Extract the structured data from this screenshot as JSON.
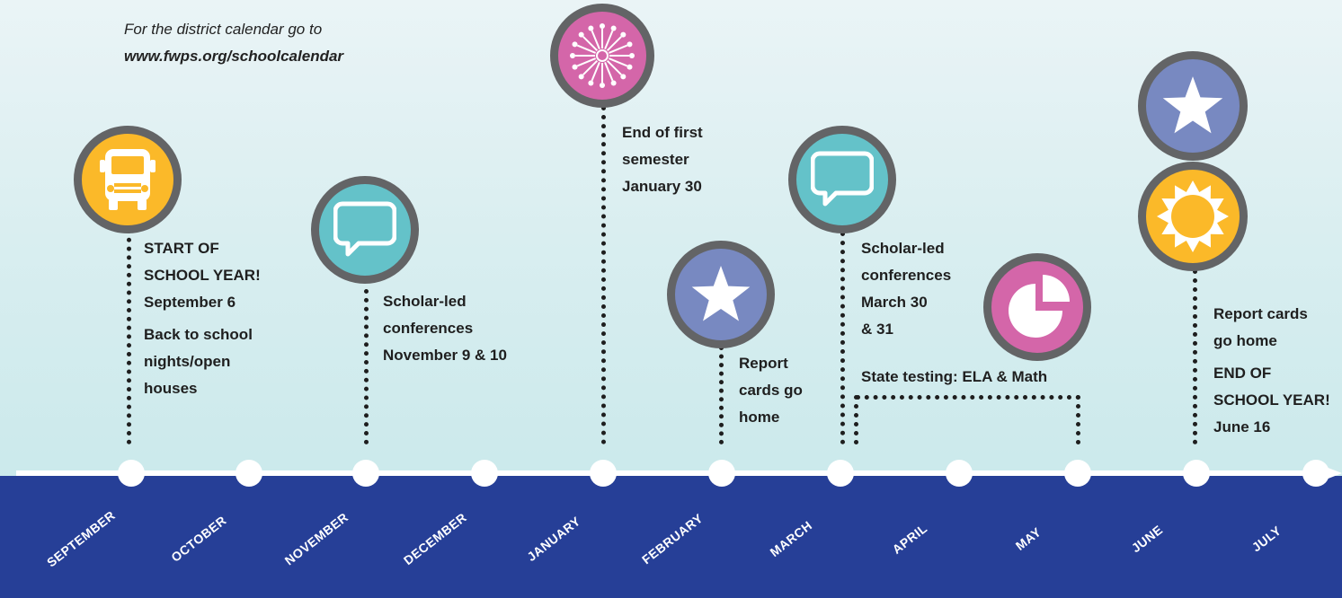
{
  "note": {
    "line1": "For the district calendar go to",
    "url": "www.fwps.org/schoolcalendar"
  },
  "months": [
    "SEPTEMBER",
    "OCTOBER",
    "NOVEMBER",
    "DECEMBER",
    "JANUARY",
    "FEBRUARY",
    "MARCH",
    "APRIL",
    "MAY",
    "JUNE",
    "JULY"
  ],
  "events": {
    "september": {
      "lines": [
        "START OF",
        "SCHOOL YEAR!",
        "September 6"
      ],
      "extra": [
        "Back to school",
        "nights/open",
        "houses"
      ],
      "icon": "school-bus-icon"
    },
    "november": {
      "lines": [
        "Scholar-led",
        "conferences",
        "November 9 & 10"
      ],
      "icon": "speech-bubble-icon"
    },
    "january": {
      "lines": [
        "End of first",
        "semester",
        "January 30"
      ],
      "icon": "snowflake-icon"
    },
    "february": {
      "lines": [
        "Report",
        "cards go",
        "home"
      ],
      "icon": "star-icon"
    },
    "march": {
      "lines": [
        "Scholar-led",
        "conferences",
        "March 30",
        "& 31"
      ],
      "icon": "speech-bubble-icon"
    },
    "testing": {
      "label": "State testing: ELA & Math",
      "icon": "pie-chart-icon"
    },
    "june": {
      "lines": [
        "Report cards",
        "go home"
      ],
      "extra": [
        "END OF",
        "SCHOOL YEAR!",
        "June 16"
      ],
      "icons": [
        "star-icon",
        "sun-icon"
      ]
    }
  },
  "colors": {
    "background_top": "#eaf4f6",
    "background_bottom": "#c4e7e9",
    "band": "#263f97",
    "icon_ring": "#636466",
    "yellow": "#fbb929",
    "teal": "#64c2c9",
    "pink": "#d466a9",
    "blue_star": "#7889c1"
  }
}
